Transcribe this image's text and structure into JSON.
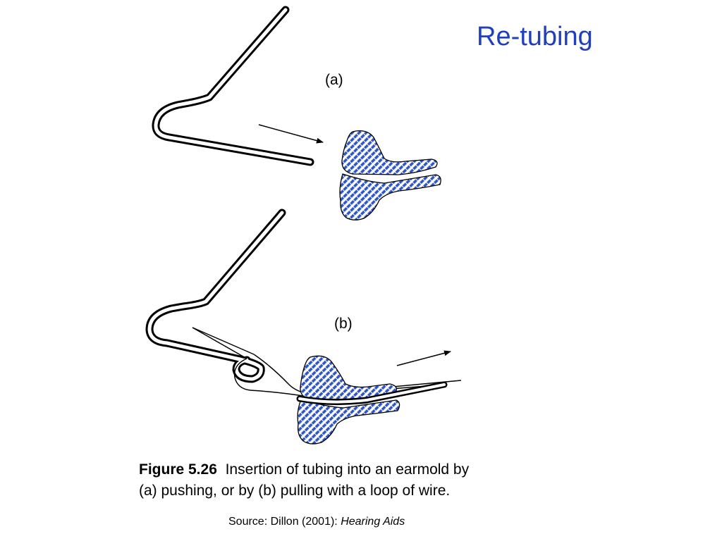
{
  "title": "Re-tubing",
  "panels": {
    "a_label": "(a)",
    "b_label": "(b)"
  },
  "caption": {
    "figure_number": "Figure 5.26",
    "text_line1": "Insertion of tubing into an earmold by",
    "text_line2": "(a) pushing, or by (b) pulling with a loop of wire."
  },
  "source": {
    "prefix": "Source:  Dillon (2001): ",
    "book": "Hearing Aids"
  },
  "colors": {
    "title": "#1f3fbf",
    "earmold_hatch": "#2e55c8"
  }
}
